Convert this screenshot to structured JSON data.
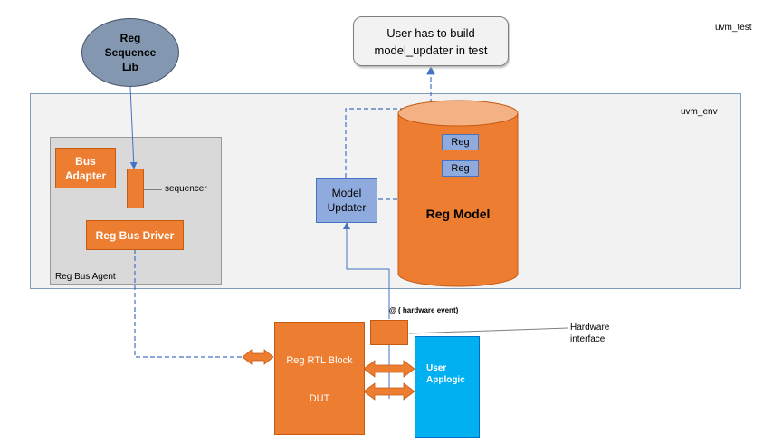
{
  "labels": {
    "uvm_test": "uvm_test",
    "uvm_env": "uvm_env",
    "reg_bus_agent": "Reg Bus Agent",
    "sequencer": "sequencer",
    "hardware_event": "@ ( hardware event)",
    "hardware_interface_line1": "Hardware",
    "hardware_interface_line2": "interface"
  },
  "nodes": {
    "reg_sequence_lib": [
      "Reg",
      "Sequence",
      "Lib"
    ],
    "callout": [
      "User has to build",
      "model_updater in test"
    ],
    "bus_adapter": [
      "Bus",
      "Adapter"
    ],
    "reg_bus_driver": "Reg Bus Driver",
    "model_updater": [
      "Model",
      "Updater"
    ],
    "reg_model": "Reg Model",
    "reg_1": "Reg",
    "reg_2": "Reg",
    "reg_rtl_block": "Reg RTL Block",
    "dut": "DUT",
    "user_applogic": [
      "User",
      "Applogic"
    ]
  },
  "colors": {
    "orange": "#ed7d31",
    "blue": "#8faadc",
    "light_blue": "#00b0f0",
    "gray_blue": "#8497b0",
    "connector": "#4472c4"
  }
}
